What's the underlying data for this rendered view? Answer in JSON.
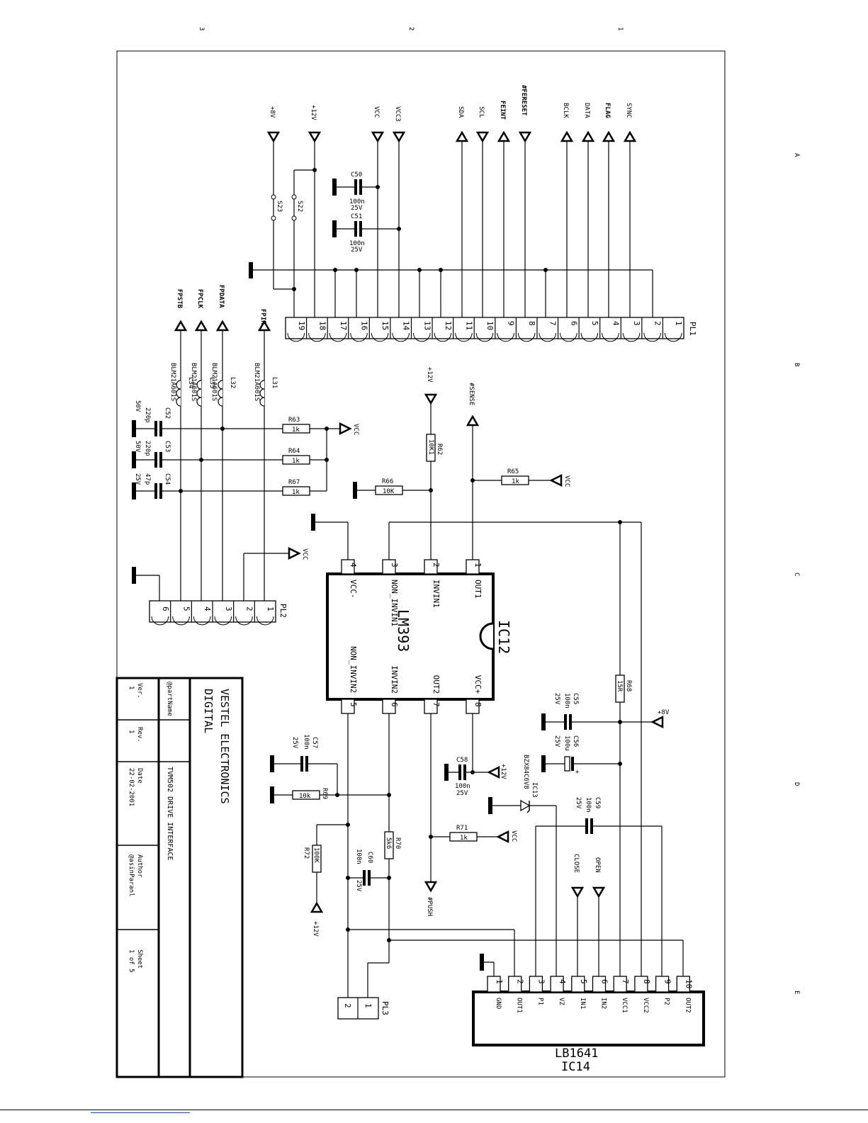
{
  "border_letters": [
    "3",
    "2",
    "1"
  ],
  "row_letters": [
    "A",
    "B",
    "C",
    "D",
    "E"
  ],
  "pl1": {
    "ref": "PL1",
    "pins": [
      "1",
      "2",
      "3",
      "4",
      "5",
      "6",
      "7",
      "8",
      "9",
      "10",
      "11",
      "12",
      "13",
      "14",
      "15",
      "16",
      "17",
      "18",
      "19"
    ],
    "signals": [
      "+8V",
      "+12V",
      "VCC",
      "VCC3",
      "SDA",
      "SCL",
      "FEINT",
      "#FERESET",
      "BCLK",
      "DATA",
      "FLAG",
      "SYNC"
    ]
  },
  "caps_top": [
    {
      "ref": "C50",
      "value": "100n",
      "voltage": "25V"
    },
    {
      "ref": "C51",
      "value": "100n",
      "voltage": "25V"
    }
  ],
  "straps": [
    "S23",
    "S22"
  ],
  "pl2": {
    "ref": "PL2",
    "pins": [
      "1",
      "2",
      "3",
      "4",
      "5",
      "6"
    ],
    "signals": [
      "FPIR",
      "FPDATA",
      "FPCLK",
      "FPSTB"
    ],
    "vcc": "VCC"
  },
  "inductors": [
    {
      "ref": "L31",
      "part": "BLM21A601S"
    },
    {
      "ref": "L32",
      "part": "BLM21A601S"
    },
    {
      "ref": "L33",
      "part": "BLM21A601S"
    },
    {
      "ref": "L34",
      "part": "BLM21A601S"
    }
  ],
  "caps_pl2": [
    {
      "ref": "C52",
      "value": "220p",
      "voltage": "50V"
    },
    {
      "ref": "C53",
      "value": "220p",
      "voltage": "50V"
    },
    {
      "ref": "C54",
      "value": "47p",
      "voltage": "25V"
    }
  ],
  "pullups": [
    {
      "ref": "R63",
      "value": "1k"
    },
    {
      "ref": "R64",
      "value": "1k"
    },
    {
      "ref": "R67",
      "value": "1k"
    }
  ],
  "comparator": {
    "ref": "IC12",
    "part": "LM393",
    "pins_top": [
      {
        "num": "4",
        "name": "VCC-"
      },
      {
        "num": "3",
        "name": "NON_INVIN1"
      },
      {
        "num": "2",
        "name": "INVIN1"
      },
      {
        "num": "1",
        "name": "OUT1"
      }
    ],
    "pins_bottom": [
      {
        "num": "5",
        "name": "NON_INVIN2"
      },
      {
        "num": "6",
        "name": "INVIN2"
      },
      {
        "num": "7",
        "name": "OUT2"
      },
      {
        "num": "8",
        "name": "VCC+"
      }
    ]
  },
  "sense_net": {
    "supply": "+12V",
    "r62": {
      "ref": "R62",
      "value": "10K1"
    },
    "r66": {
      "ref": "R66",
      "value": "10K"
    },
    "r65": {
      "ref": "R65",
      "value": "1k"
    },
    "sense": "#SENSE",
    "vcc": "VCC"
  },
  "lower_left": {
    "c57": {
      "ref": "C57",
      "value": "100n",
      "voltage": "25V"
    },
    "r69": {
      "ref": "R69",
      "value": "10k"
    },
    "r72": {
      "ref": "R72",
      "value": "100K"
    },
    "r70": {
      "ref": "R70",
      "value": "5k6"
    },
    "c60": {
      "ref": "C60",
      "value": "100n",
      "voltage": "25V"
    },
    "supply": "+12V"
  },
  "lower_mid": {
    "c58": {
      "ref": "C58",
      "value": "100n",
      "voltage": "25V"
    },
    "supply": "+12V",
    "r71": {
      "ref": "R71",
      "value": "1k"
    },
    "vcc": "VCC",
    "push": "#PUSH"
  },
  "right_mid": {
    "r68": {
      "ref": "R68",
      "value": "15R"
    },
    "c55": {
      "ref": "C55",
      "value": "100n",
      "voltage": "25V"
    },
    "c56": {
      "ref": "C56",
      "value": "100u",
      "voltage": "25V"
    },
    "plus8": "+8V",
    "zener": {
      "ref": "IC13",
      "part": "BZX84C6V8"
    },
    "c59": {
      "ref": "C59",
      "value": "100n",
      "voltage": "25V"
    },
    "close": "CLOSE",
    "open": "OPEN"
  },
  "pl3": {
    "ref": "PL3",
    "pins": [
      "1",
      "2"
    ]
  },
  "driver": {
    "ref": "IC14",
    "part": "LB1641",
    "pins": [
      {
        "num": "1",
        "name": "GND"
      },
      {
        "num": "2",
        "name": "OUT1"
      },
      {
        "num": "3",
        "name": "P1"
      },
      {
        "num": "4",
        "name": "VZ"
      },
      {
        "num": "5",
        "name": "IN1"
      },
      {
        "num": "6",
        "name": "IN2"
      },
      {
        "num": "7",
        "name": "VCC1"
      },
      {
        "num": "8",
        "name": "VCC2"
      },
      {
        "num": "9",
        "name": "P2"
      },
      {
        "num": "10",
        "name": "OUT2"
      }
    ]
  },
  "title_block": {
    "company": "VESTEL ELECTRONICS",
    "division": "DIGITAL",
    "part_name": "@partName",
    "title": "TVM502 DRIVE INTERFACE",
    "ver_label": "Ver.",
    "ver": "1",
    "rev_label": "Rev.",
    "rev": "1",
    "date_label": "Date",
    "date": "22-02-2001",
    "author_label": "Author",
    "author": "@asinParanl",
    "sheet_label": "Sheet",
    "sheet": "1 of 5"
  }
}
